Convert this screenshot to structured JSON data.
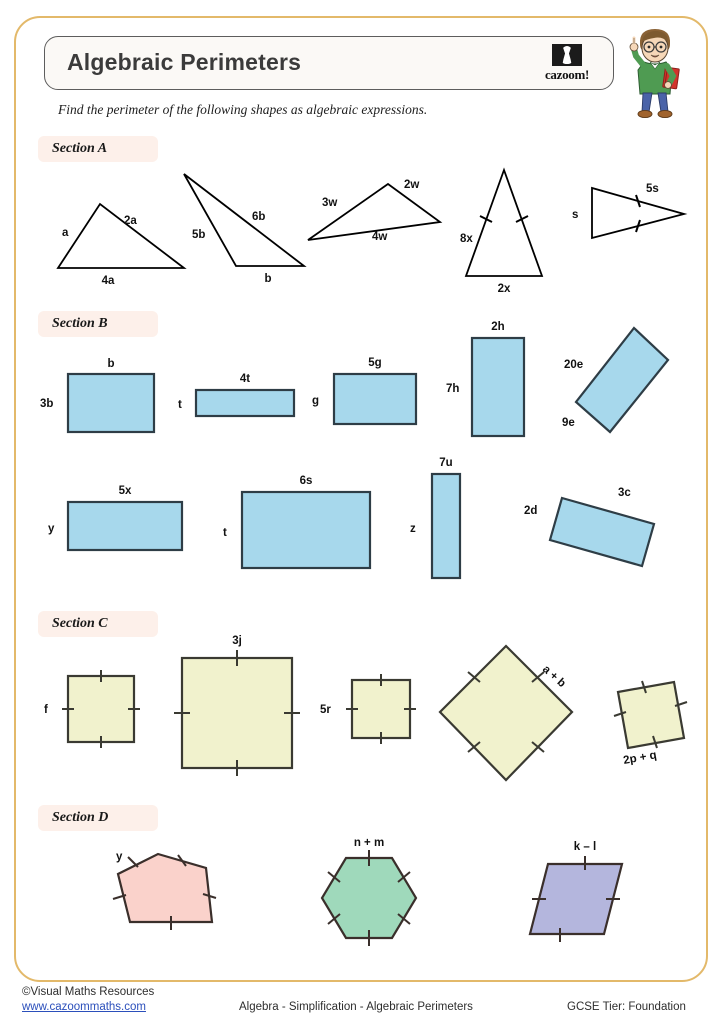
{
  "header": {
    "title": "Algebraic Perimeters",
    "logo_text": "cazoom!",
    "logo_icon": "cazoom-hourglass-logo",
    "mascot_icon": "cartoon-teacher-mascot"
  },
  "instruction": "Find the perimeter of the following shapes as algebraic expressions.",
  "colors": {
    "frame_border": "#e3b96a",
    "section_pill_bg": "#fdf0ea",
    "rect_fill": "#a7d8ec",
    "rect_stroke": "#2e3d46",
    "square_fill": "#f1f2cd",
    "square_stroke": "#3a3a32",
    "pentagon_fill": "#fad2cb",
    "hexagon_fill": "#9fd9bb",
    "parallelogram_fill": "#b4b6dd",
    "polygon_stroke": "#3a2f2b",
    "triangle_stroke": "#000000",
    "link_blue": "#2b4fbb"
  },
  "sections": [
    {
      "id": "a",
      "label": "Section A"
    },
    {
      "id": "b",
      "label": "Section B"
    },
    {
      "id": "c",
      "label": "Section C"
    },
    {
      "id": "d",
      "label": "Section D"
    }
  ],
  "section_a": {
    "shapes": [
      {
        "name": "scalene-triangle-a",
        "labels": [
          "a",
          "2a",
          "4a"
        ]
      },
      {
        "name": "obtuse-triangle-b",
        "labels": [
          "6b",
          "5b",
          "b"
        ]
      },
      {
        "name": "scalene-triangle-w",
        "labels": [
          "3w",
          "2w",
          "4w"
        ]
      },
      {
        "name": "isosceles-triangle-x",
        "labels": [
          "8x",
          "2x"
        ],
        "tick_marks": 2
      },
      {
        "name": "isosceles-triangle-s",
        "labels": [
          "s",
          "5s"
        ],
        "tick_marks": 2
      }
    ],
    "t1_a": "a",
    "t1_2a": "2a",
    "t1_4a": "4a",
    "t2_6b": "6b",
    "t2_5b": "5b",
    "t2_b": "b",
    "t3_3w": "3w",
    "t3_2w": "2w",
    "t3_4w": "4w",
    "t4_8x": "8x",
    "t4_2x": "2x",
    "t5_s": "s",
    "t5_5s": "5s"
  },
  "section_b": {
    "row1": [
      {
        "name": "rectangle-b",
        "width_label": "b",
        "height_label": "3b"
      },
      {
        "name": "rectangle-4t",
        "width_label": "4t",
        "height_label": "t"
      },
      {
        "name": "rectangle-5g",
        "width_label": "5g",
        "height_label": "g"
      },
      {
        "name": "rectangle-2h",
        "width_label": "2h",
        "height_label": "7h"
      },
      {
        "name": "rotated-rectangle-20e",
        "width_label": "20e",
        "height_label": "9e"
      }
    ],
    "row2": [
      {
        "name": "rectangle-5x",
        "width_label": "5x",
        "height_label": "y"
      },
      {
        "name": "rectangle-6s",
        "width_label": "6s",
        "height_label": "t"
      },
      {
        "name": "rectangle-7u",
        "width_label": "7u",
        "height_label": "z"
      },
      {
        "name": "rotated-rectangle-3c",
        "width_label": "3c",
        "height_label": "2d"
      }
    ],
    "r1_b": "b",
    "r1_3b": "3b",
    "r2_4t": "4t",
    "r2_t": "t",
    "r3_5g": "5g",
    "r3_g": "g",
    "r4_2h": "2h",
    "r4_7h": "7h",
    "r5_20e": "20e",
    "r5_9e": "9e",
    "r6_5x": "5x",
    "r6_y": "y",
    "r7_6s": "6s",
    "r7_t": "t",
    "r8_7u": "7u",
    "r8_z": "z",
    "r9_3c": "3c",
    "r9_2d": "2d"
  },
  "section_c": {
    "shapes": [
      {
        "name": "square-f",
        "label": "f"
      },
      {
        "name": "square-3j",
        "label": "3j"
      },
      {
        "name": "square-5r",
        "label": "5r"
      },
      {
        "name": "rotated-square-a-plus-b",
        "label": "a + b"
      },
      {
        "name": "rotated-square-2p-plus-q",
        "label": "2p + q"
      }
    ],
    "s1_f": "f",
    "s2_3j": "3j",
    "s3_5r": "5r",
    "s4_ab": "a + b",
    "s5_pq": "2p + q"
  },
  "section_d": {
    "shapes": [
      {
        "name": "pentagon-y",
        "label": "y",
        "sides": 5
      },
      {
        "name": "hexagon-n-plus-m",
        "label": "n + m",
        "sides": 6
      },
      {
        "name": "parallelogram-k-minus-l",
        "label": "k – l",
        "sides": 4
      }
    ],
    "p_y": "y",
    "h_nm": "n + m",
    "pg_kl": "k – l"
  },
  "footer": {
    "copyright": "©Visual Maths Resources",
    "url": "www.cazoommaths.com",
    "center": "Algebra - Simplification - Algebraic Perimeters",
    "right": "GCSE Tier: Foundation"
  }
}
